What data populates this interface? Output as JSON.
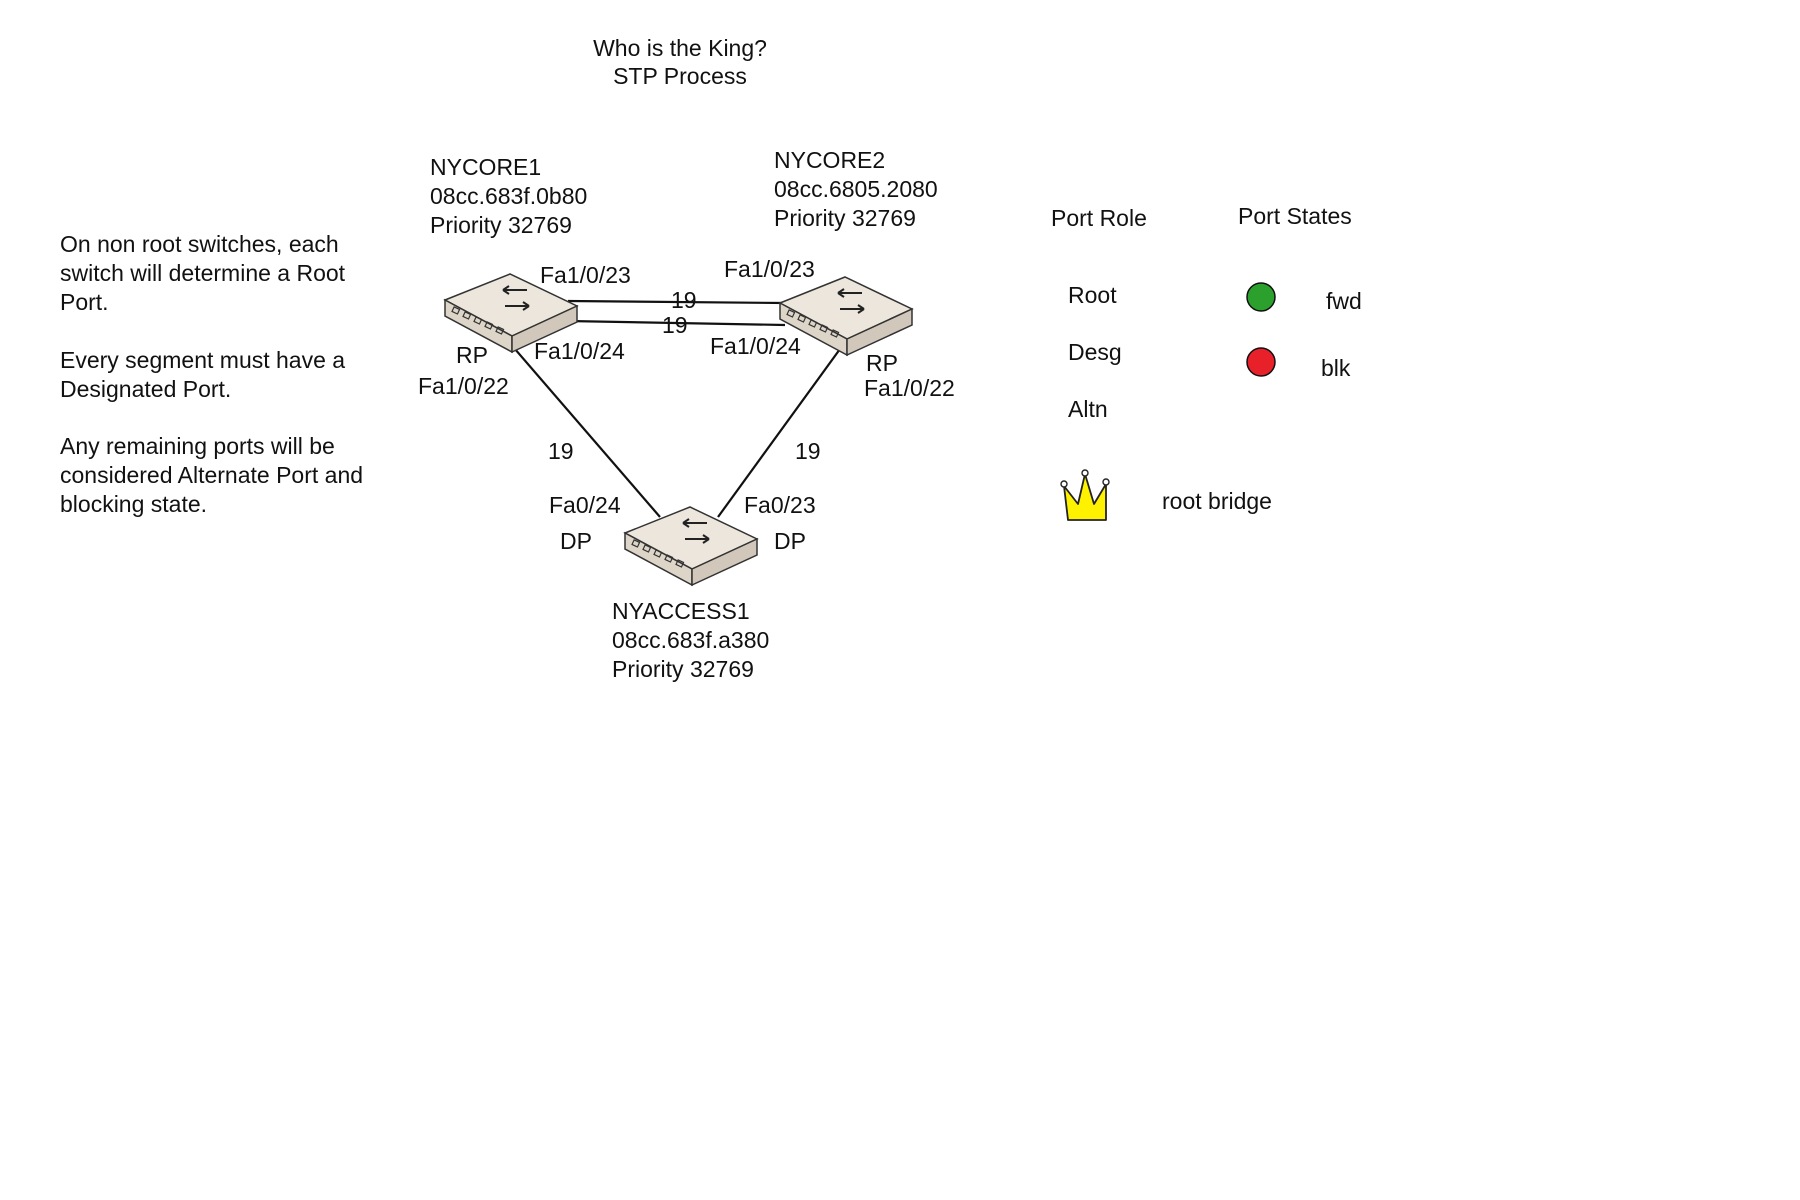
{
  "title": {
    "line1": "Who is the King?",
    "line2": "STP Process"
  },
  "explanations": [
    "On non root switches, each switch will determine a Root Port.",
    "Every segment must have a Designated Port.",
    "Any remaining ports will be considered Alternate Port and blocking state."
  ],
  "switches": {
    "nycore1": {
      "name": "NYCORE1",
      "mac": "08cc.683f.0b80",
      "priority": "Priority 32769"
    },
    "nycore2": {
      "name": "NYCORE2",
      "mac": "08cc.6805.2080",
      "priority": "Priority 32769"
    },
    "nyaccess1": {
      "name": "NYACCESS1",
      "mac": "08cc.683f.a380",
      "priority": "Priority 32769"
    }
  },
  "ports": {
    "core1_fa23": "Fa1/0/23",
    "core1_fa24": "Fa1/0/24",
    "core1_fa22": "Fa1/0/22",
    "core1_role": "RP",
    "core2_fa23": "Fa1/0/23",
    "core2_fa24": "Fa1/0/24",
    "core2_fa22": "Fa1/0/22",
    "core2_role": "RP",
    "access_fa24": "Fa0/24",
    "access_fa23": "Fa0/23",
    "access_left_role": "DP",
    "access_right_role": "DP"
  },
  "link_costs": {
    "top1": "19",
    "top2": "19",
    "left": "19",
    "right": "19"
  },
  "legend": {
    "port_role_header": "Port Role",
    "port_states_header": "Port States",
    "roles": [
      "Root",
      "Desg",
      "Altn"
    ],
    "states": [
      {
        "label": "fwd",
        "color": "#2ca02c"
      },
      {
        "label": "blk",
        "color": "#e8202a"
      }
    ],
    "root_bridge_label": "root bridge",
    "crown_icon": "crown-icon",
    "crown_color": "#fff200"
  },
  "colors": {
    "text": "#111111",
    "line": "#111111",
    "switch_body": "#e8e2d8",
    "switch_shade": "#d3cabd"
  }
}
